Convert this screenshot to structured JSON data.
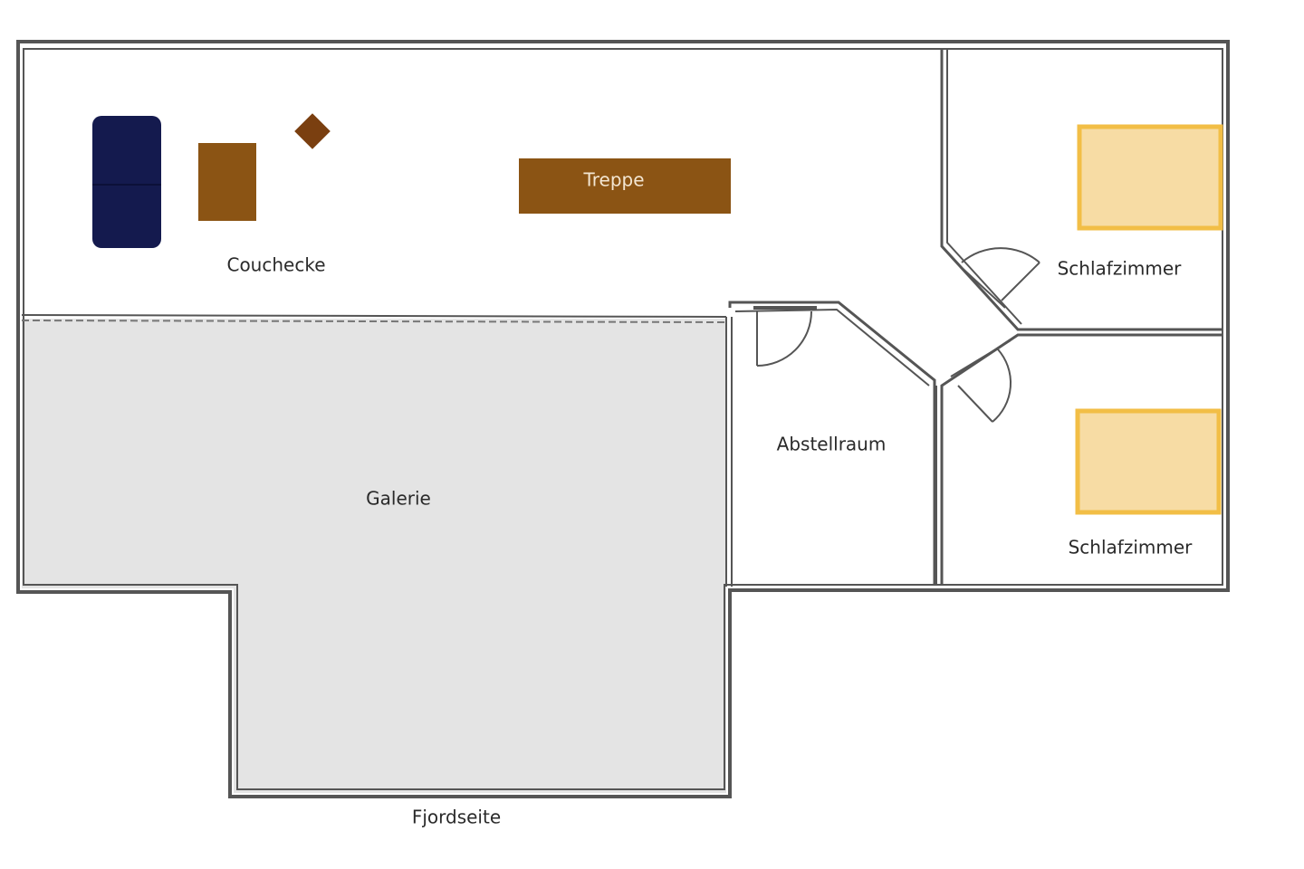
{
  "rooms": {
    "couchecke": "Couchecke",
    "galerie": "Galerie",
    "abstellraum": "Abstellraum",
    "schlafzimmer_top": "Schlafzimmer",
    "schlafzimmer_bottom": "Schlafzimmer"
  },
  "fixtures": {
    "treppe": "Treppe"
  },
  "outside": {
    "fjordseite": "Fjordseite"
  },
  "colors": {
    "gallery_fill": "#e4e4e4",
    "wall": "#555555",
    "sofa": "#141a4e",
    "wood": "#8b5414",
    "table": "#7a3f10",
    "bed_fill": "#f7dca4",
    "bed_border": "#f2be46"
  }
}
